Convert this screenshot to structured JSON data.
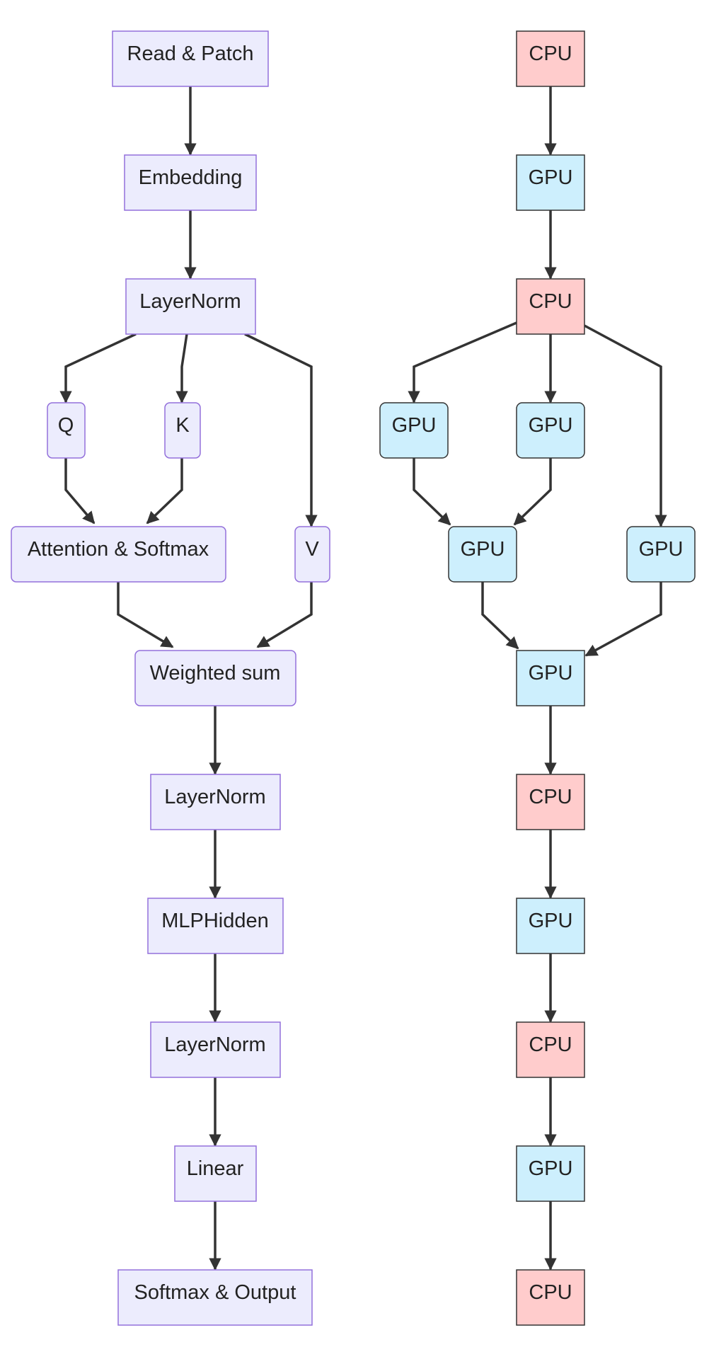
{
  "colors": {
    "model_fill": "#ececfd",
    "model_stroke": "#9370db",
    "cpu_fill": "#ffcccc",
    "gpu_fill": "#cdeffd",
    "device_stroke": "#333333",
    "edge": "#333333"
  },
  "model_nodes": {
    "read_patch": "Read & Patch",
    "embedding": "Embedding",
    "layernorm_1": "LayerNorm",
    "q": "Q",
    "k": "K",
    "v": "V",
    "attention_softmax": "Attention & Softmax",
    "weighted_sum": "Weighted sum",
    "layernorm_2": "LayerNorm",
    "mlp_hidden": "MLPHidden",
    "layernorm_3": "LayerNorm",
    "linear": "Linear",
    "softmax_output": "Softmax & Output"
  },
  "device_nodes": {
    "read_patch": "CPU",
    "embedding": "GPU",
    "layernorm_1": "CPU",
    "q": "GPU",
    "k": "GPU",
    "attention_softmax": "GPU",
    "v": "GPU",
    "weighted_sum": "GPU",
    "layernorm_2": "CPU",
    "mlp_hidden": "GPU",
    "layernorm_3": "CPU",
    "linear": "GPU",
    "softmax_output": "CPU"
  }
}
